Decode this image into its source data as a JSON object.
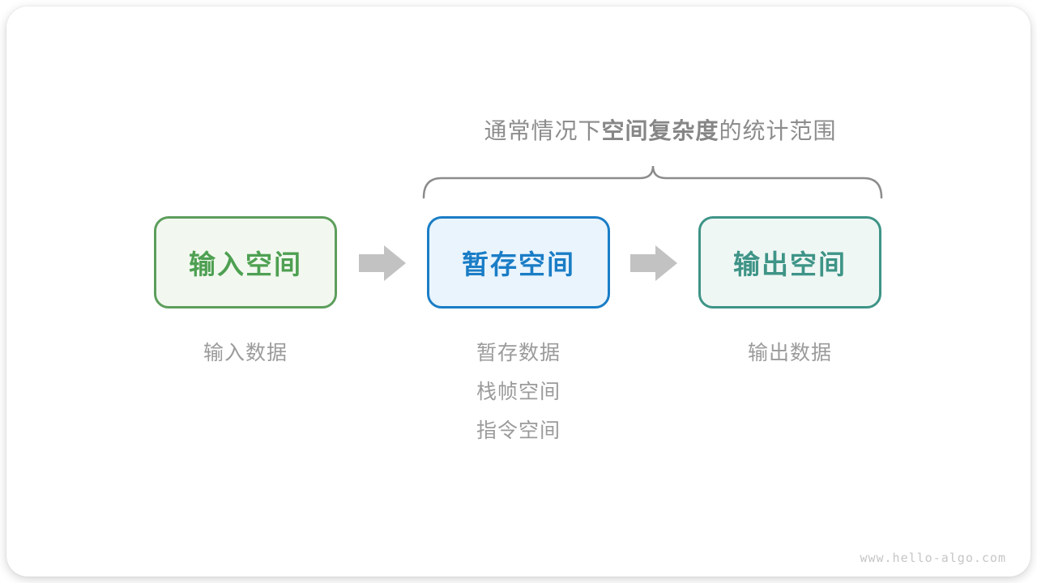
{
  "title": {
    "prefix": "通常情况下",
    "bold": "空间复杂度",
    "suffix": "的统计范围"
  },
  "boxes": [
    {
      "label": "输入空间",
      "border_color": "#5c9e5c",
      "fill_color": "#f2f8ef",
      "text_color": "#4ea052"
    },
    {
      "label": "暂存空间",
      "border_color": "#1a7dc6",
      "fill_color": "#e9f4fc",
      "text_color": "#1a7dc6"
    },
    {
      "label": "输出空间",
      "border_color": "#3e9487",
      "fill_color": "#eff7f4",
      "text_color": "#3e9487"
    }
  ],
  "captions": [
    {
      "lines": [
        "输入数据"
      ]
    },
    {
      "lines": [
        "暂存数据",
        "栈帧空间",
        "指令空间"
      ]
    },
    {
      "lines": [
        "输出数据"
      ]
    }
  ],
  "colors": {
    "title_text": "#8c8c8c",
    "caption_text": "#9b9b9b",
    "brace": "#8c8c8c",
    "arrow": "#c2c2c2",
    "card_background": "#ffffff"
  },
  "watermark": "www.hello-algo.com"
}
